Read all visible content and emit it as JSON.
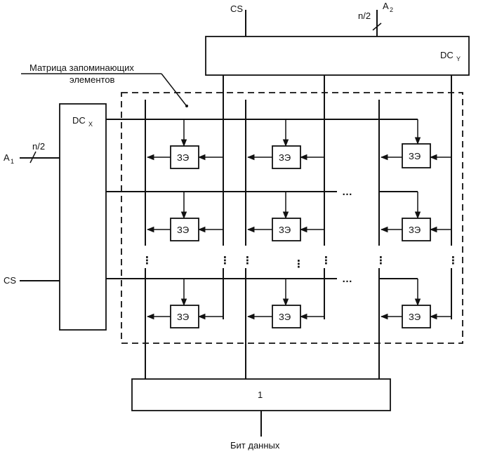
{
  "labels": {
    "cs_top": "CS",
    "cs_left": "CS",
    "a2": "A",
    "a2_sub": "2",
    "a1": "A",
    "a1_sub": "1",
    "n2_top": "n/2",
    "n2_left": "n/2",
    "dcy": "DC",
    "dcy_sub": "Y",
    "dcx": "DC",
    "dcx_sub": "X",
    "matrix_line1": "Матрица запоминающих",
    "matrix_line2": "элементов",
    "cell": "ЗЭ",
    "or_gate": "1",
    "data_bit": "Бит данных",
    "ellipsis": "…",
    "vdots": "⋮"
  }
}
